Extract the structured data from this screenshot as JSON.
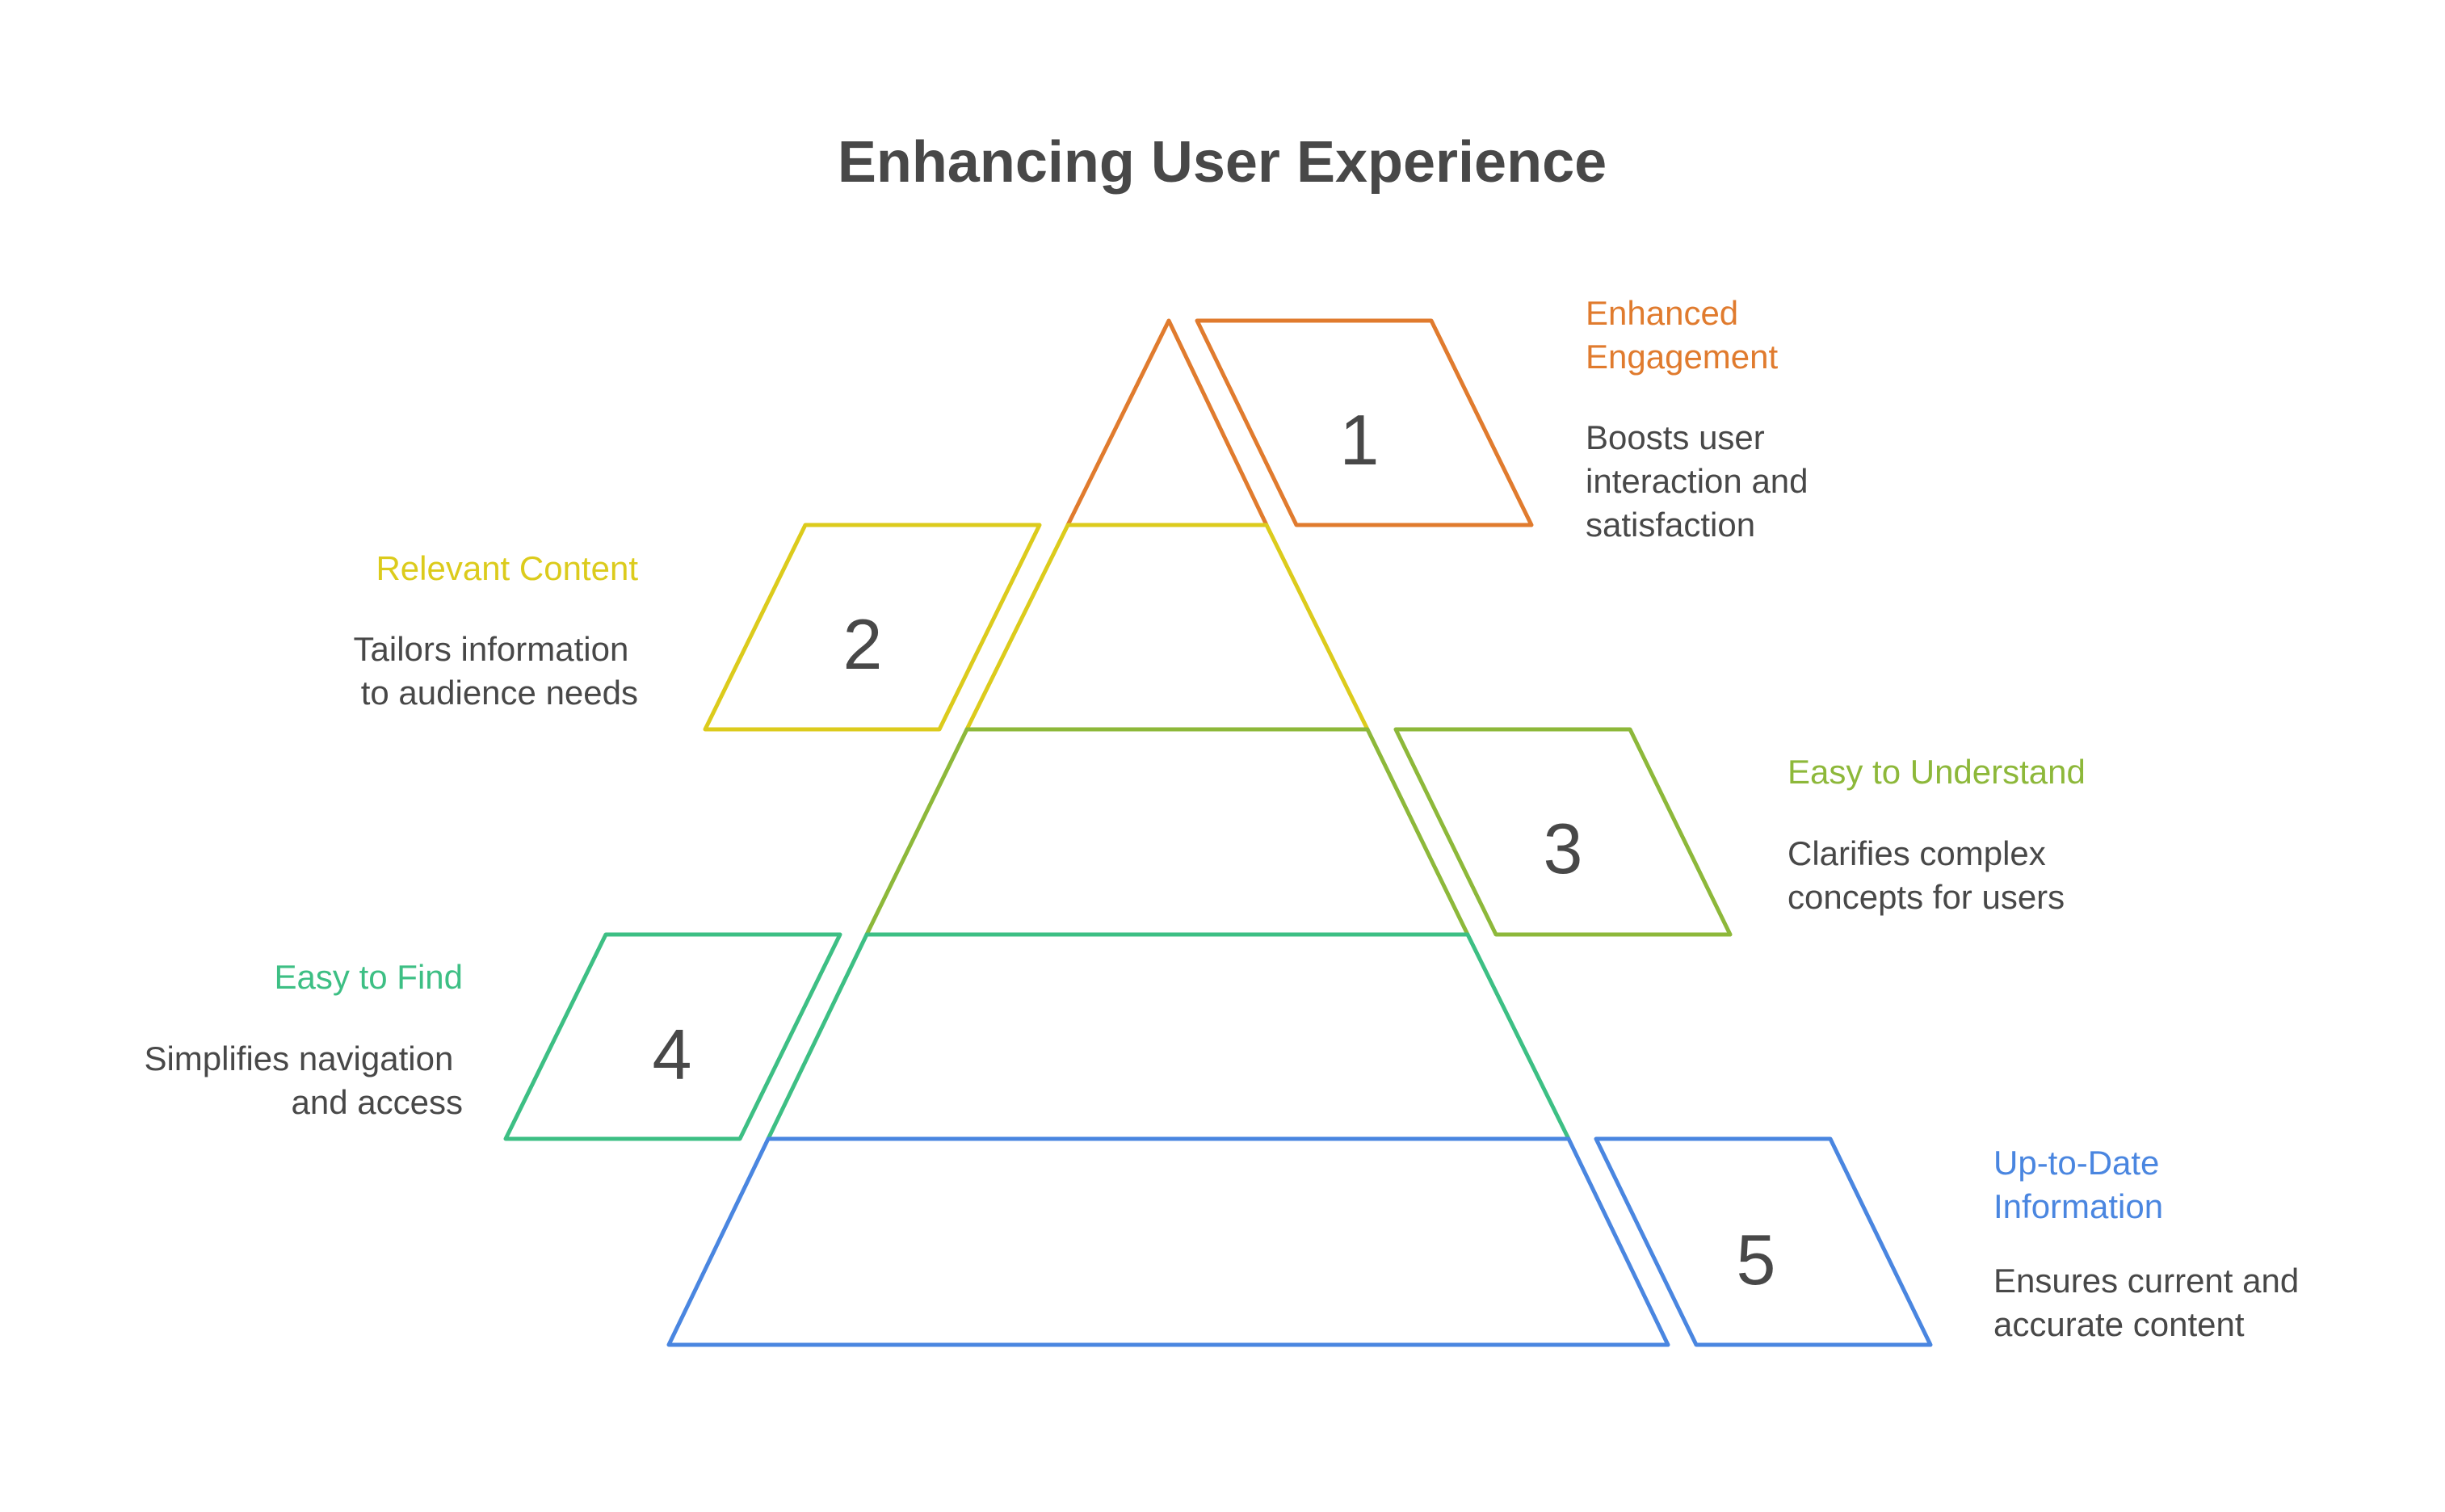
{
  "title": "Enhancing User Experience",
  "colors": {
    "orange": "#E07B2E",
    "yellow": "#DCCB1C",
    "green": "#8DB83A",
    "teal": "#3DBF84",
    "blue": "#4A86E0",
    "text": "#484848"
  },
  "levels": [
    {
      "number": "1",
      "heading": [
        "Enhanced",
        "Engagement"
      ],
      "description": [
        "Boosts user",
        "interaction and",
        "satisfaction"
      ]
    },
    {
      "number": "2",
      "heading": [
        "Relevant Content"
      ],
      "description": [
        "Tailors information",
        "to audience needs"
      ]
    },
    {
      "number": "3",
      "heading": [
        "Easy to Understand"
      ],
      "description": [
        "Clarifies complex",
        "concepts for users"
      ]
    },
    {
      "number": "4",
      "heading": [
        "Easy to Find"
      ],
      "description": [
        "Simplifies navigation",
        "and access"
      ]
    },
    {
      "number": "5",
      "heading": [
        "Up-to-Date",
        "Information"
      ],
      "description": [
        "Ensures current and",
        "accurate content"
      ]
    }
  ]
}
